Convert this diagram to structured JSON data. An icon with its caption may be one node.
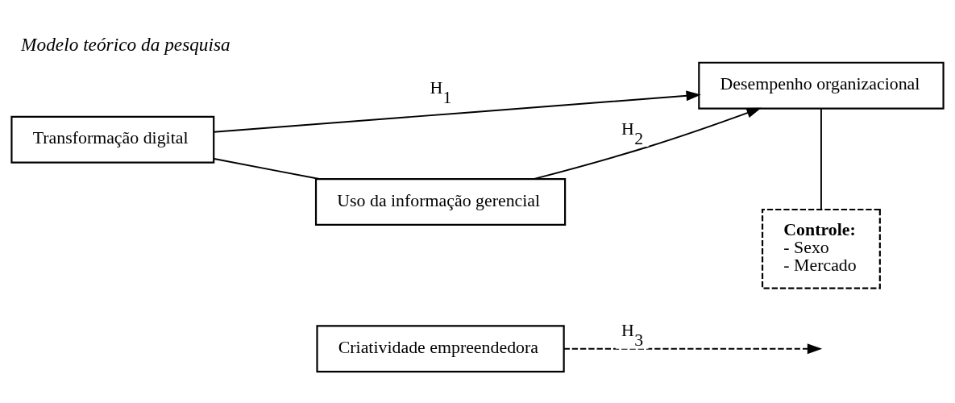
{
  "diagram": {
    "title": "Modelo teórico da pesquisa",
    "nodes": [
      {
        "text": [
          "Uso da informação gerencial"
        ]
      },
      {
        "text": [
          "Transformação digital"
        ]
      },
      {
        "text": [
          "Desempenho organizacional"
        ]
      },
      {
        "text": [
          "Criatividade empreendedora"
        ]
      },
      {
        "text": [
          "Controle:",
          "- Sexo",
          "- Mercado"
        ]
      }
    ],
    "edges": [
      {
        "from": 1,
        "to": 0,
        "arrow": "none"
      },
      {
        "from": 0,
        "to": 2,
        "arrow": "to",
        "label": "H$_{2}$"
      },
      {
        "from": 1,
        "to": 2,
        "arrow": "to",
        "label": "H$_{1}$"
      },
      {
        "from": 3,
        "to": null,
        "arrow": "to",
        "label": "H$_{3}$",
        "style": "dashed"
      },
      {
        "from": 2,
        "to": 4,
        "arrow": "none"
      }
    ]
  }
}
